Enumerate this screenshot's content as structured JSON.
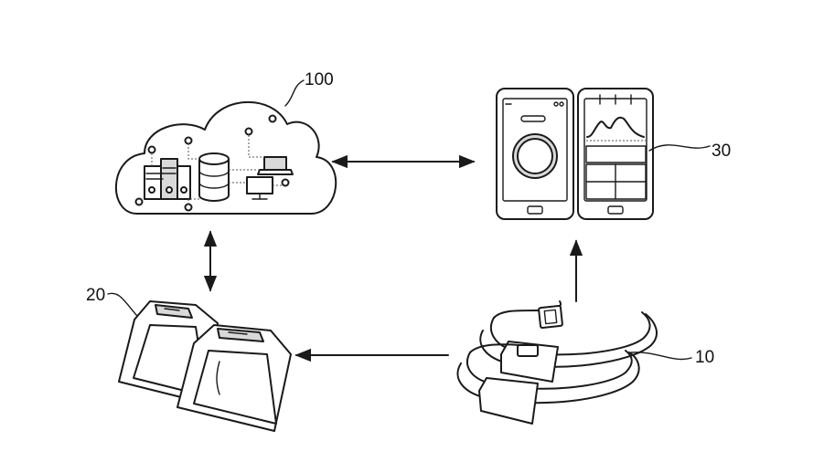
{
  "labels": {
    "server": "100",
    "wristband": "10",
    "sensor": "20",
    "terminal": "30"
  }
}
